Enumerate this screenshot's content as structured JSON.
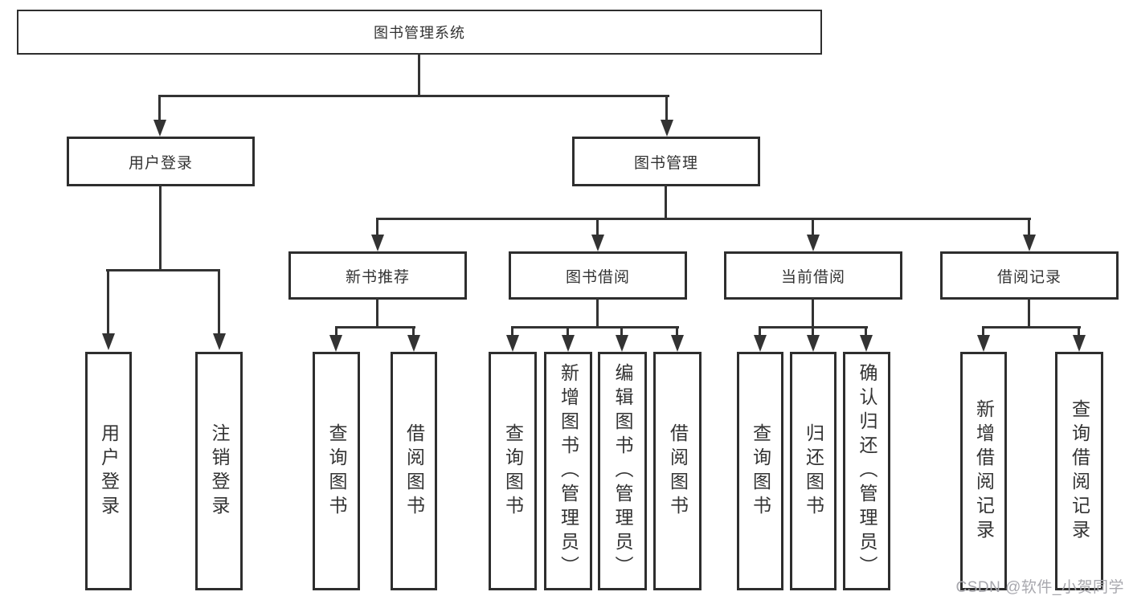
{
  "tree": {
    "label": "图书管理系统",
    "children": [
      {
        "label": "用户登录",
        "children": [
          {
            "label": "用户登录"
          },
          {
            "label": "注销登录"
          }
        ]
      },
      {
        "label": "图书管理",
        "children": [
          {
            "label": "新书推荐",
            "children": [
              {
                "label": "查询图书"
              },
              {
                "label": "借阅图书"
              }
            ]
          },
          {
            "label": "图书借阅",
            "children": [
              {
                "label": "查询图书"
              },
              {
                "label": "新增图书（管理员）"
              },
              {
                "label": "编辑图书（管理员）"
              },
              {
                "label": "借阅图书"
              }
            ]
          },
          {
            "label": "当前借阅",
            "children": [
              {
                "label": "查询图书"
              },
              {
                "label": "归还图书"
              },
              {
                "label": "确认归还（管理员）"
              }
            ]
          },
          {
            "label": "借阅记录",
            "children": [
              {
                "label": "新增借阅记录"
              },
              {
                "label": "查询借阅记录"
              }
            ]
          }
        ]
      }
    ]
  },
  "watermark": {
    "text": "CSDN @软件_小贺同学",
    "color": "#a8a8ae"
  },
  "colors": {
    "line": "#333333",
    "border": "#2e2e2e",
    "text": "#333333",
    "background": "#ffffff"
  }
}
